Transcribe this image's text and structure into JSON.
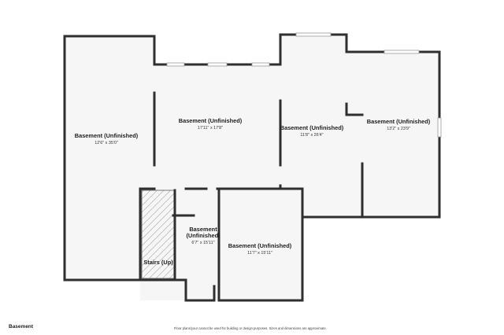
{
  "floor_label": "Basement",
  "disclaimer": "Floor plans/your cannot be used for building or design purposes. Sizes and dimensions are approximate.",
  "rooms": [
    {
      "name": "Basement (Unfinished)",
      "dim": "12'6\" x 35'0\""
    },
    {
      "name": "Basement (Unfinished)",
      "dim": "17'11\" x 17'8\""
    },
    {
      "name": "Basement (Unfinished)",
      "dim": "11'8\" x 26'4\""
    },
    {
      "name": "Basement (Unfinished)",
      "dim": "13'2\" x 23'9\""
    },
    {
      "name_line1": "Basement",
      "name_line2": "(Unfinished)",
      "dim": "6'7\" x 15'11\""
    },
    {
      "name": "Basement (Unfinished)",
      "dim": "11'7\" x 15'11\""
    }
  ],
  "stairs_label": "Stairs (Up)"
}
